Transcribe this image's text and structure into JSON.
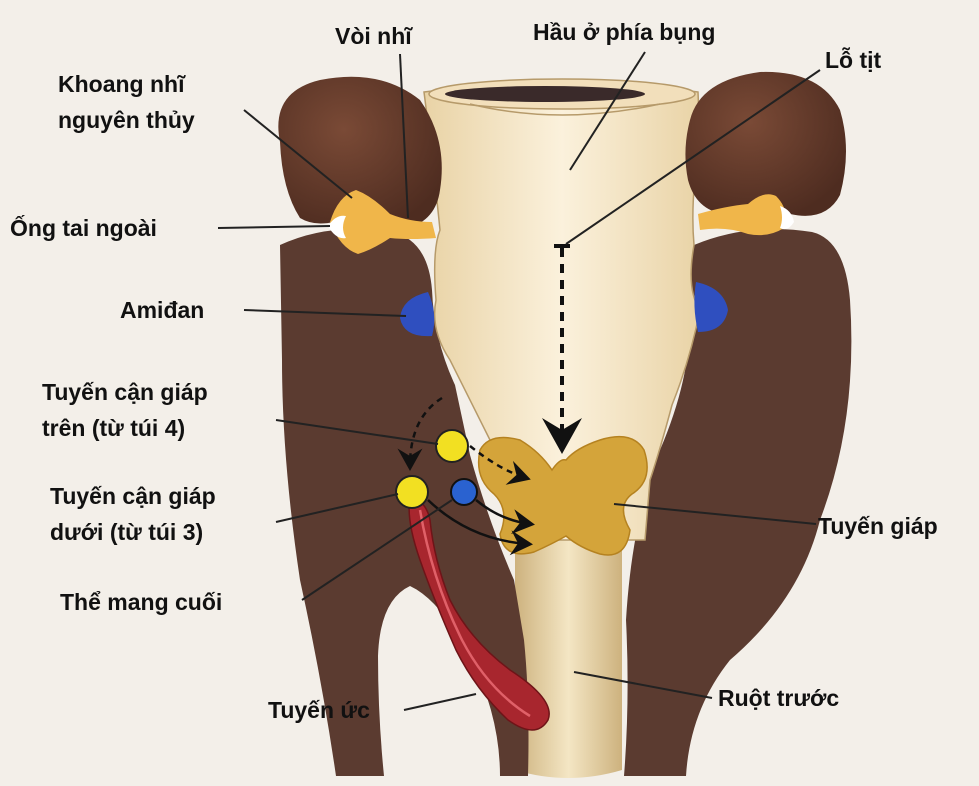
{
  "labels": {
    "voi_nhi": "Vòi nhĩ",
    "hau_phia_bung": "Hầu ở phía bụng",
    "lo_tit": "Lỗ tịt",
    "khoang_nhi_line1": "Khoang nhĩ",
    "khoang_nhi_line2": "nguyên thủy",
    "ong_tai_ngoai": "Ống tai ngoài",
    "amidan": "Amiđan",
    "can_giap_tren_line1": "Tuyến cận giáp",
    "can_giap_tren_line2": "trên (từ túi 4)",
    "can_giap_duoi_line1": "Tuyến cận giáp",
    "can_giap_duoi_line2": "dưới (từ túi 3)",
    "the_mang_cuoi": "Thể mang cuối",
    "tuyen_giap": "Tuyến giáp",
    "tuyen_uc": "Tuyến ức",
    "ruot_truoc": "Ruột trước"
  },
  "colors": {
    "pharynx_wall": "#5b3b30",
    "ear_cavity": "#6a4030",
    "lumen": "#f3e4c6",
    "canal": "#f0b64a",
    "tonsil": "#2f4fbf",
    "thyroid": "#d4a43a",
    "parathyroid": "#f2e022",
    "ultimobranchial": "#2a62d0",
    "thymus": "#a8262e",
    "foregut": "#e8d6a8"
  }
}
